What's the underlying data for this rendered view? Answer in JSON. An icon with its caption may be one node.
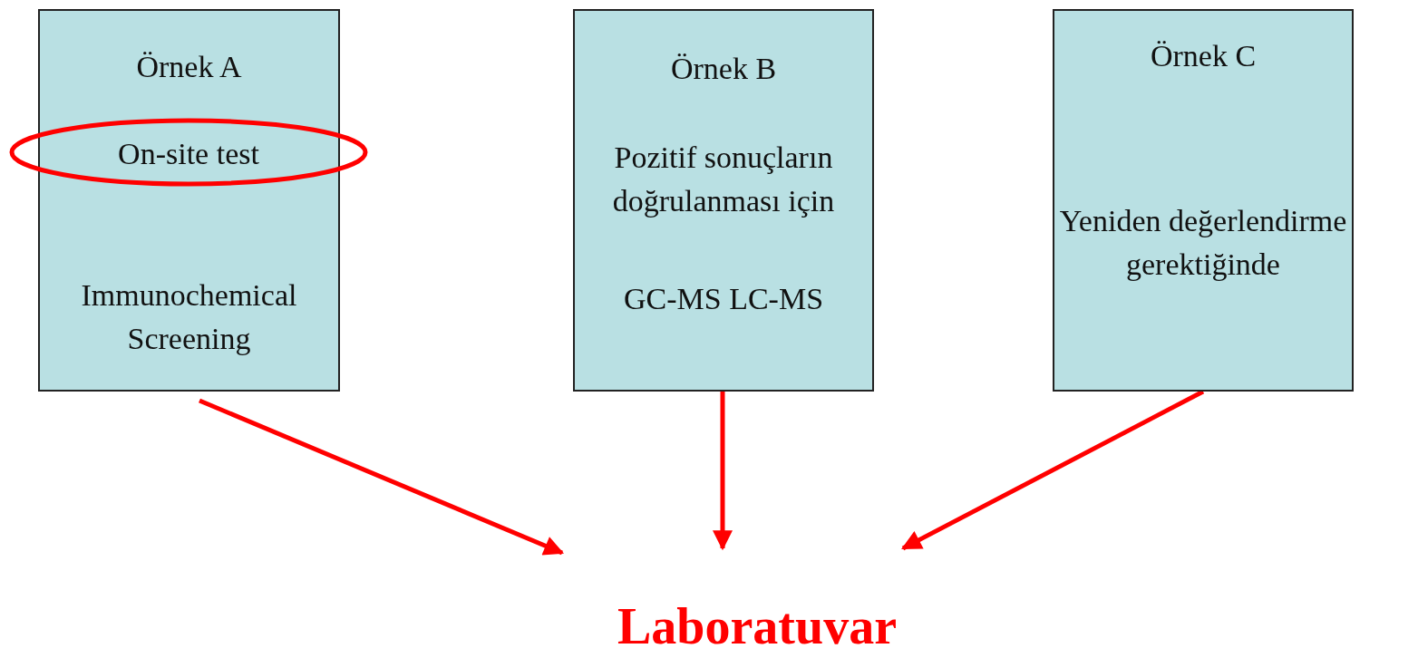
{
  "diagram": {
    "nodes": [
      {
        "text": [
          "Örnek A",
          "Immunochemical Screening"
        ]
      },
      {
        "text": [
          "On-site test"
        ]
      },
      {
        "text": [
          "Örnek  B",
          "Pozitif sonuçların doğrulanması için",
          "GC-MS LC-MS"
        ]
      },
      {
        "text": [
          "Örnek C",
          "Yeniden değerlendirme gerektiğinde"
        ]
      },
      {
        "text": [
          "Laboratuvar"
        ]
      }
    ],
    "edges": [
      {
        "from": 0,
        "to": 4,
        "arrow": "to"
      },
      {
        "from": 2,
        "to": 4,
        "arrow": "to"
      },
      {
        "from": 3,
        "to": 4,
        "arrow": "to"
      }
    ]
  }
}
